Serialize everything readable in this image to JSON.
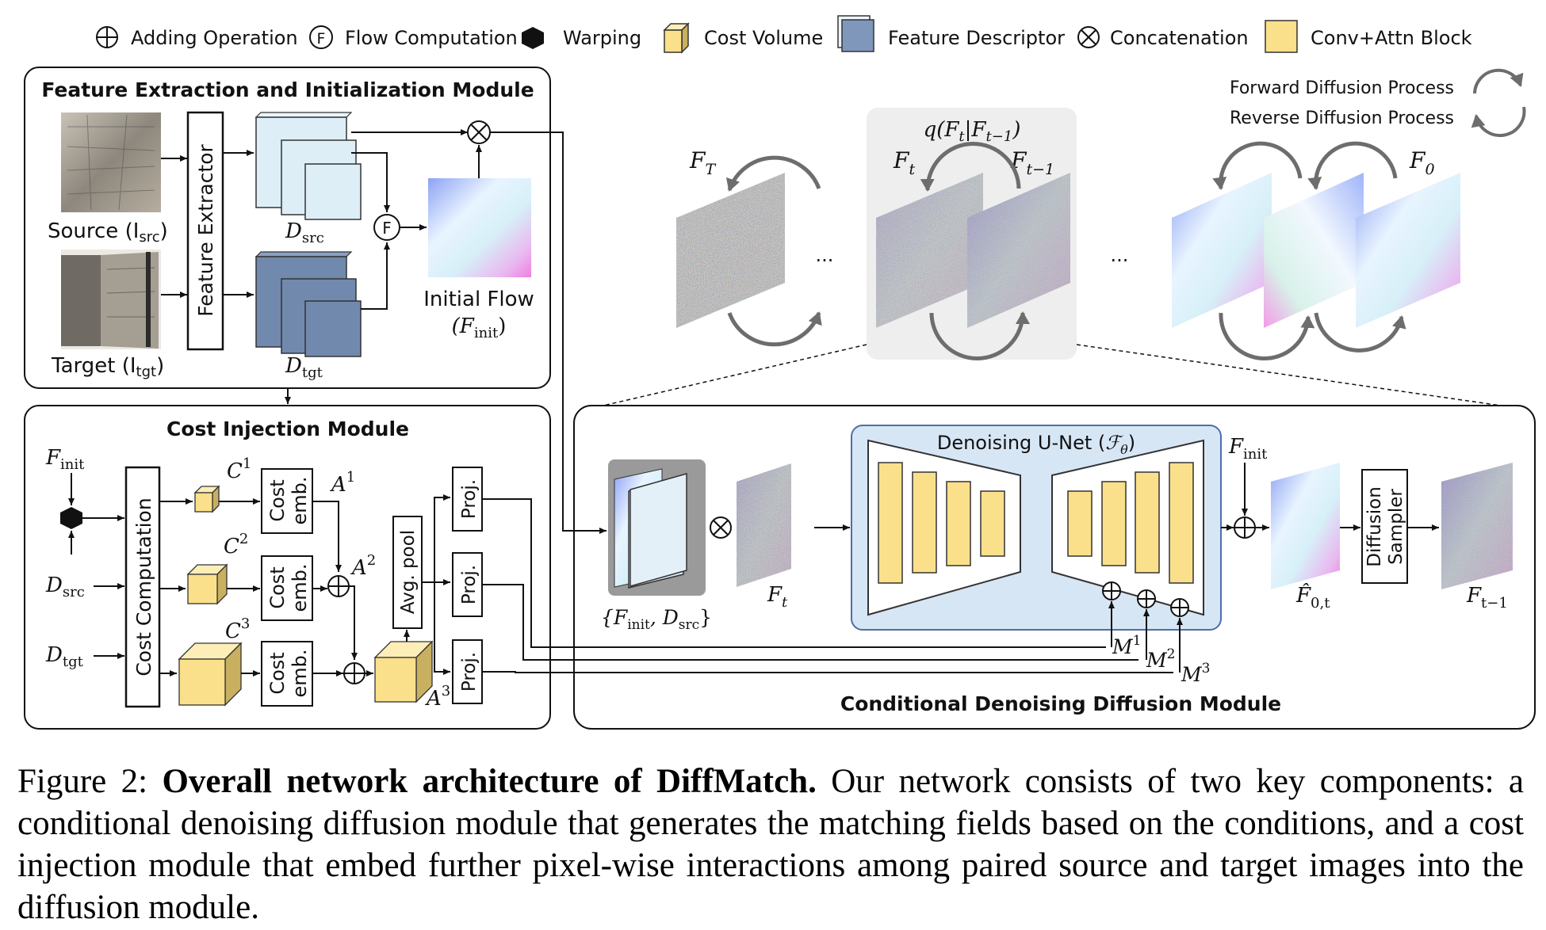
{
  "legend": [
    {
      "icon": "adding-op",
      "label": "Adding Operation"
    },
    {
      "icon": "flow-comp",
      "label": "Flow Computation",
      "glyph": "F"
    },
    {
      "icon": "warping-hexagon",
      "label": "Warping"
    },
    {
      "icon": "cost-volume-cube",
      "label": "Cost Volume"
    },
    {
      "icon": "feature-descriptor",
      "label": "Feature Descriptor"
    },
    {
      "icon": "concat-op",
      "label": "Concatenation"
    },
    {
      "icon": "conv-attn-block",
      "label": "Conv+Attn Block"
    }
  ],
  "diffusion_legend": {
    "forward": "Forward Diffusion Process",
    "reverse": "Reverse Diffusion Process"
  },
  "feature_module": {
    "title": "Feature Extraction and Initialization Module",
    "extractor": "Feature Extractor",
    "source": "Source (I",
    "source_sub": "src",
    "target": "Target (I",
    "target_sub": "tgt",
    "close": ")",
    "d_src": "D",
    "d_src_sub": "src",
    "d_tgt": "D",
    "d_tgt_sub": "tgt",
    "initial_flow": "Initial Flow",
    "initial_flow_sym": "(F",
    "initial_flow_sub": "init"
  },
  "cost_module": {
    "title": "Cost Injection Module",
    "cost_computation": "Cost Computation",
    "cost_emb_1": "Cost",
    "cost_emb_2": "emb.",
    "avg_pool": "Avg. pool",
    "proj": "Proj.",
    "f_init": "F",
    "f_init_sub": "init",
    "d_src": "D",
    "d_src_sub": "src",
    "d_tgt": "D",
    "d_tgt_sub": "tgt",
    "c": "C",
    "a": "A",
    "m": "M",
    "idx": [
      "1",
      "2",
      "3"
    ]
  },
  "diffusion": {
    "f_T": "F",
    "f_T_sub": "T",
    "f_t": "F",
    "f_t_sub": "t",
    "f_t1": "F",
    "f_t1_sub": "t−1",
    "f_0": "F",
    "f_0_sub": "0",
    "q": "q(F",
    "q_sub1": "t",
    "q_mid": "|F",
    "q_sub2": "t−1",
    "q_end": ")",
    "ellipsis": "..."
  },
  "denoising_module": {
    "title": "Conditional Denoising Diffusion Module",
    "unet": "Denoising U-Net (",
    "unet_sym": "ℱ",
    "unet_sub": "θ",
    "unet_end": ")",
    "cond_open": "{F",
    "cond_sub1": "init",
    "cond_mid": ", D",
    "cond_sub2": "src",
    "cond_close": "}",
    "f_t": "F",
    "f_t_sub": "t",
    "f_init": "F",
    "f_init_sub": "init",
    "f0t": "F̂",
    "f0t_sub": "0,t",
    "f_t1": "F",
    "f_t1_sub": "t−1",
    "sampler_1": "Diffusion",
    "sampler_2": "Sampler"
  },
  "caption": {
    "label": "Figure 2: ",
    "title": "Overall network architecture of DiffMatch.",
    "text": " Our network consists of two key components: a conditional denoising diffusion module that generates the matching fields based on the conditions, and a cost injection module that embed further pixel-wise interactions among paired source and target images into the diffusion module."
  },
  "colors": {
    "block": "#fbe08b",
    "block_stroke": "#555555",
    "descriptor_light": "#ddeef7",
    "descriptor_dark": "#7189ad",
    "unet_bg": "#d7e6f5",
    "unet_stroke": "#4f6ea8",
    "noise": "#8a8a8a",
    "flow_a": "#8fa8f0",
    "flow_b": "#e7f7ff",
    "flow_c": "#f4a6e8"
  }
}
